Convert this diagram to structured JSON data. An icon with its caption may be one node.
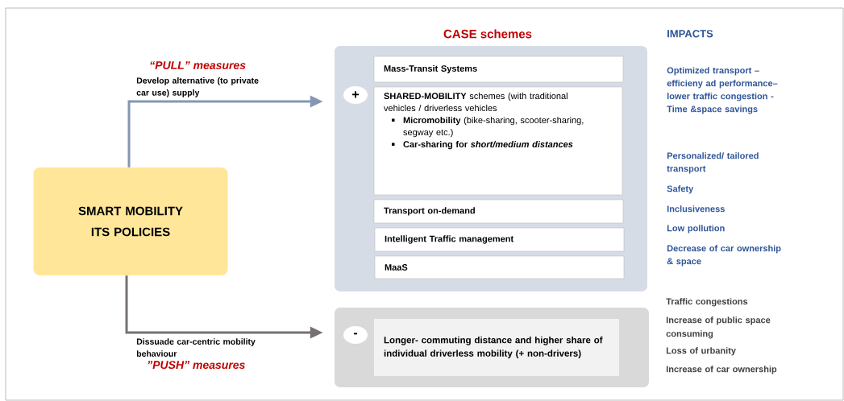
{
  "diagram": {
    "nodes": [
      {
        "text": [
          "SMART MOBILITY ITS POLICIES"
        ]
      },
      {
        "text": [
          "CASE schemes"
        ]
      },
      {
        "text": [
          "+"
        ],
        "in": 1
      },
      {
        "text": [
          "Mass-Transit Systems"
        ],
        "in": 1
      },
      {
        "text": [
          "**SHARED-MOBILITY** schemes (with traditional vehicles / driverless vehicles",
          "**Micromobility** (bike-sharing, scooter-sharing, segway etc.)",
          "Car-sharing for *short/medium distances*"
        ],
        "in": 1
      },
      {
        "text": [
          "Transport on-demand"
        ],
        "in": 1
      },
      {
        "text": [
          "Intelligent Traffic management"
        ],
        "in": 1
      },
      {
        "text": [
          "MaaS"
        ],
        "in": 1
      },
      {
        "text": [],
        "shape": "box"
      },
      {
        "text": [
          "-"
        ],
        "in": 8
      },
      {
        "text": [
          "Longer- commuting distance and higher share of individual driverless mobility (+ non-drivers)"
        ],
        "in": 8
      }
    ],
    "edges": [
      {
        "from": 0,
        "to": 1,
        "arrow": "to",
        "label": "Develop alternative (to private car use) supply",
        "color": "#8497b0"
      },
      {
        "from": 0,
        "to": 8,
        "arrow": "to",
        "label": "Dissuade car-centric mobility behaviour",
        "color": "#767171"
      }
    ],
    "labels": [
      "“PULL” measures",
      "”PUSH” measures",
      "IMPACTS",
      "Optimized transport – efficieny ad performance– lower traffic congestion -Time &space savings",
      "Personalized/ tailored transport",
      "Safety",
      "Inclusiveness",
      "Low pollution",
      "Decrease of car ownership & space",
      "Traffic congestions",
      "Increase of public space consuming",
      "Loss of urbanity",
      "Increase of car ownership"
    ]
  }
}
